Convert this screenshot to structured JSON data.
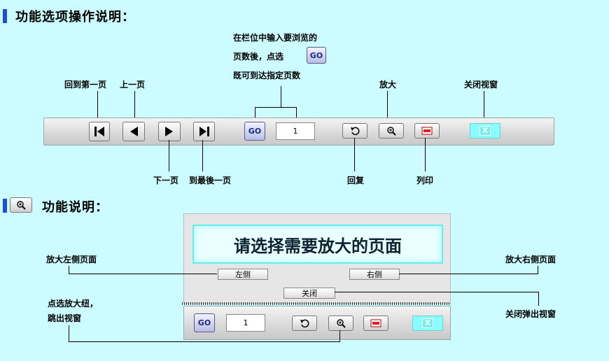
{
  "section1": {
    "title": "功能选项操作说明：",
    "go_note_line1": "在栏位中输入要浏览的",
    "go_note_line2": "页数後，点选",
    "go_note_line3": "既可到达指定页数",
    "labels": {
      "first": "回到第一页",
      "prev": "上一页",
      "next": "下一页",
      "last": "到最後一页",
      "zoom": "放大",
      "close": "关闭视窗",
      "restore": "回复",
      "print": "列印"
    },
    "go_label": "GO",
    "page_value": "1"
  },
  "section2": {
    "title": "功能说明：",
    "dialog_title": "请选择需要放大的页面",
    "left_btn": "左侧",
    "right_btn": "右侧",
    "close_btn": "关闭",
    "label_left": "放大左侧页面",
    "label_right": "放大右侧页面",
    "label_close": "关闭弹出视窗",
    "label_zoom_line1": "点选放大纽，",
    "label_zoom_line2": "跳出视窗",
    "go_label": "GO",
    "page_value": "1"
  },
  "colors": {
    "background": "#ccfcff",
    "accent": "#1f4fd6"
  },
  "icons": [
    "first-page-icon",
    "prev-page-icon",
    "next-page-icon",
    "last-page-icon",
    "restore-icon",
    "zoom-icon",
    "print-icon",
    "close-icon"
  ]
}
